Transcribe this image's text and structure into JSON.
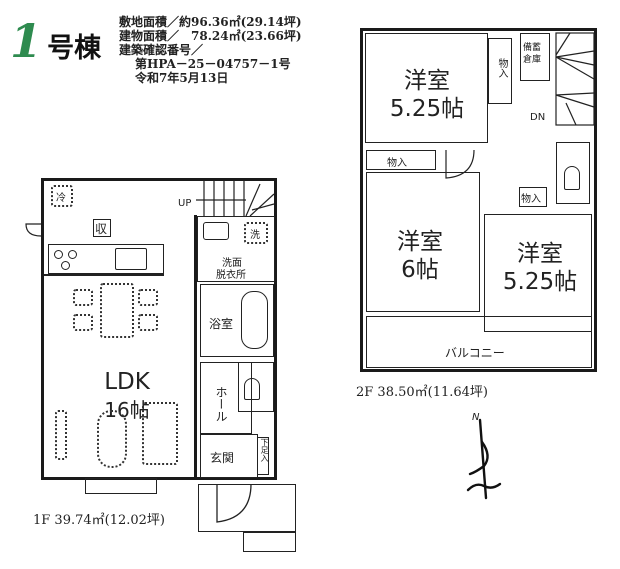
{
  "header": {
    "building_number": "1",
    "building_suffix": "号棟",
    "site_area": "敷地面積／約96.36㎡(29.14坪)",
    "building_area": "建物面積／　78.24㎡(23.66坪)",
    "permit_label": "建築確認番号／",
    "permit_number": "第HPA－25－04757－1号",
    "permit_date": "令和7年5月13日"
  },
  "floor1": {
    "area_label": "1F 39.74㎡(12.02坪)",
    "rooms": {
      "ldk": "LDK",
      "ldk_size": "16帖",
      "storage": "収",
      "up": "UP",
      "washroom_1": "洗面",
      "washroom_2": "脱衣所",
      "bath": "浴室",
      "hall": "ホール",
      "entrance": "玄関",
      "shoe_box": "下足入",
      "fridge": "冷",
      "washer": "洗"
    }
  },
  "floor2": {
    "area_label": "2F 38.50㎡(11.64坪)",
    "rooms": {
      "room_a": "洋室",
      "room_a_size": "5.25帖",
      "room_b": "洋室",
      "room_b_size": "6帖",
      "room_c": "洋室",
      "room_c_size": "5.25帖",
      "closet": "物入",
      "storage_side": "備蓄倉庫",
      "down": "DN",
      "balcony": "バルコニー"
    }
  },
  "compass": {
    "label": "N"
  },
  "colors": {
    "accent": "#2e8b4f",
    "line": "#1a1a1a"
  }
}
